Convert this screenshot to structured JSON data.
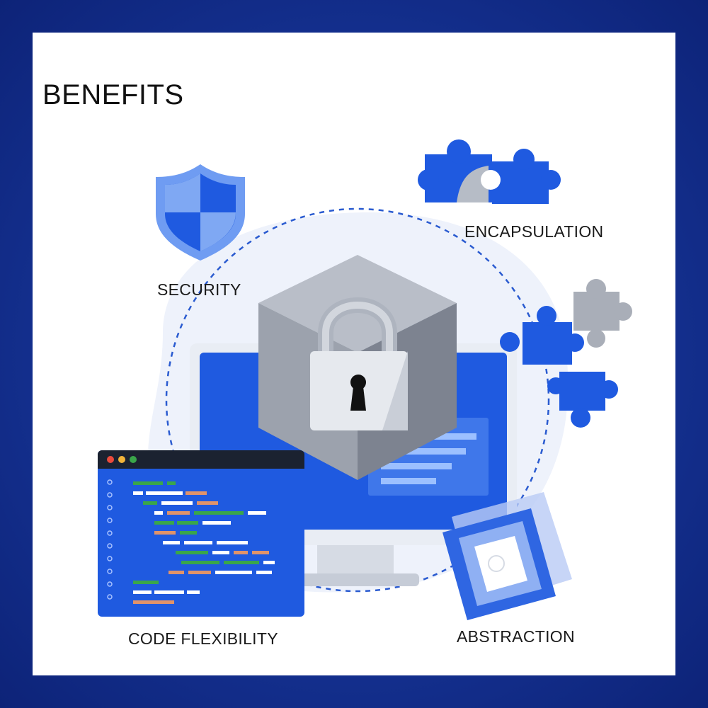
{
  "title": "BENEFITS",
  "benefits": {
    "security": "SECURITY",
    "encapsulation": "ENCAPSULATION",
    "code_flexibility": "CODE FLEXIBILITY",
    "abstraction": "ABSTRACTION"
  },
  "colors": {
    "frame": "#14308f",
    "accent_blue": "#1f5ae0",
    "grey": "#9aa1ad",
    "code_green": "#3aa64a",
    "code_orange": "#e0936a"
  },
  "icons": [
    "shield-icon",
    "puzzle-icon",
    "padlock-icon",
    "monitor-icon",
    "code-window-icon",
    "abstraction-frame-icon"
  ]
}
